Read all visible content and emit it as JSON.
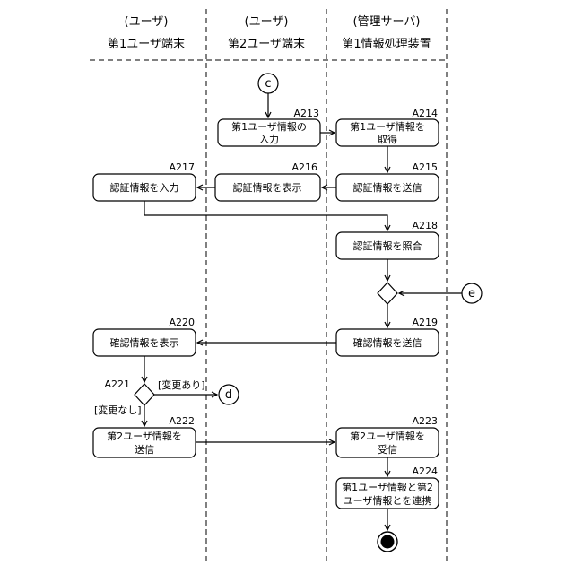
{
  "lanes": [
    {
      "role": "(ユーザ)",
      "name": "第1ユーザ端末"
    },
    {
      "role": "(ユーザ)",
      "name": "第2ユーザ端末"
    },
    {
      "role": "(管理サーバ)",
      "name": "第1情報処理装置"
    }
  ],
  "connectors": {
    "c": "c",
    "d": "d",
    "e": "e"
  },
  "steps": {
    "A213": {
      "id": "A213",
      "lines": [
        "第1ユーザ情報の",
        "入力"
      ]
    },
    "A214": {
      "id": "A214",
      "lines": [
        "第1ユーザ情報を",
        "取得"
      ]
    },
    "A215": {
      "id": "A215",
      "lines": [
        "認証情報を送信"
      ]
    },
    "A216": {
      "id": "A216",
      "lines": [
        "認証情報を表示"
      ]
    },
    "A217": {
      "id": "A217",
      "lines": [
        "認証情報を入力"
      ]
    },
    "A218": {
      "id": "A218",
      "lines": [
        "認証情報を照合"
      ]
    },
    "A219": {
      "id": "A219",
      "lines": [
        "確認情報を送信"
      ]
    },
    "A220": {
      "id": "A220",
      "lines": [
        "確認情報を表示"
      ]
    },
    "A221": {
      "id": "A221"
    },
    "A222": {
      "id": "A222",
      "lines": [
        "第2ユーザ情報を",
        "送信"
      ]
    },
    "A223": {
      "id": "A223",
      "lines": [
        "第2ユーザ情報を",
        "受信"
      ]
    },
    "A224": {
      "id": "A224",
      "lines": [
        "第1ユーザ情報と第2",
        "ユーザ情報とを連携"
      ]
    }
  },
  "guards": {
    "changed": "[変更あり]",
    "unchanged": "[変更なし]"
  }
}
